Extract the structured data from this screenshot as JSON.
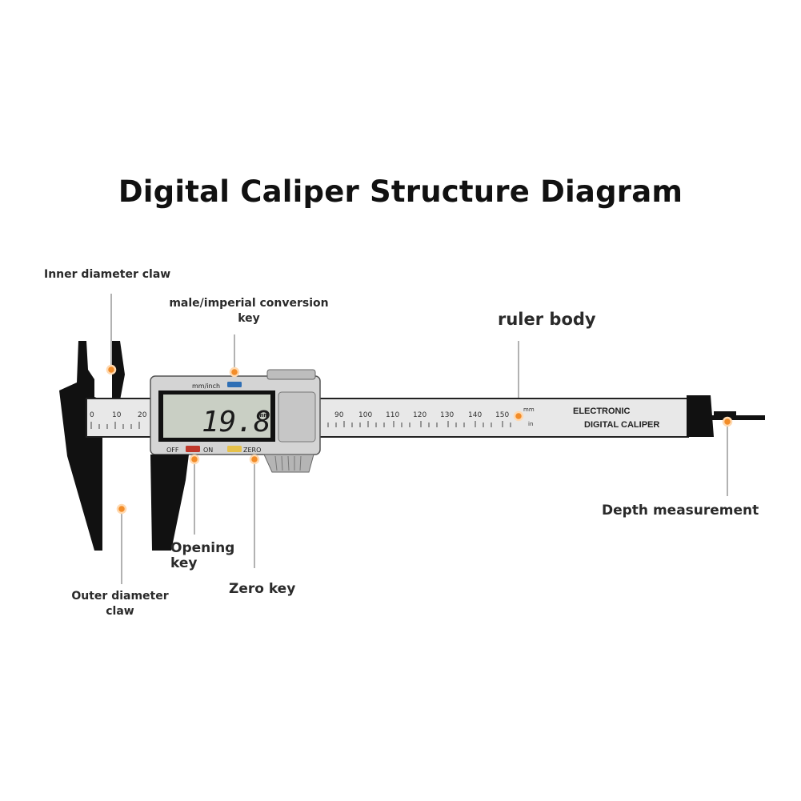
{
  "title": "Digital Caliper Structure Diagram",
  "labels": {
    "inner_claw": "Inner diameter claw",
    "conversion_key_line1": "male/imperial conversion",
    "conversion_key_line2": "key",
    "ruler_body": "ruler body",
    "depth": "Depth measurement",
    "opening_key_line1": "Opening",
    "opening_key_line2": "key",
    "zero_key": "Zero key",
    "outer_claw_line1": "Outer diameter",
    "outer_claw_line2": "claw"
  },
  "device": {
    "display_value": "19.8",
    "display_unit": "mm",
    "mode_label": "mm/inch",
    "off_label": "OFF",
    "on_label": "ON",
    "zero_label": "ZERO",
    "brand_line1": "ELECTRONIC",
    "brand_line2": "DIGITAL CALIPER",
    "scale_mm_unit": "mm",
    "scale_in_unit": "in",
    "scale_left": [
      "0",
      "10",
      "20"
    ],
    "scale_right": [
      "90",
      "100",
      "110",
      "120",
      "130",
      "140",
      "150"
    ]
  },
  "colors": {
    "callout_dot": "#f28c28",
    "jaw": "#111111",
    "ruler": "#e8e8e8",
    "lcd": "#c9cfc4",
    "on_button": "#c0392b",
    "zero_button": "#e6c14a",
    "mode_button": "#2f6fb5"
  }
}
